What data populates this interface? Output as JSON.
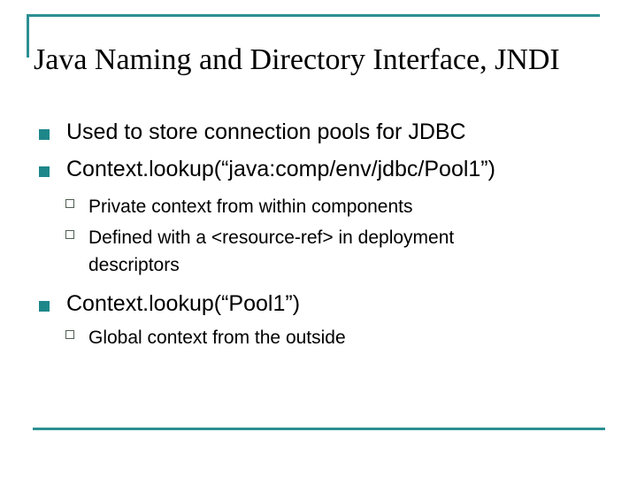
{
  "slide": {
    "title": "Java Naming and Directory Interface, JNDI",
    "bullets": [
      {
        "level": 1,
        "text": "Used to store connection pools for JDBC"
      },
      {
        "level": 1,
        "text": "Context.lookup(“java:comp/env/jdbc/Pool1”)"
      },
      {
        "level": 2,
        "text": "Private context from within components"
      },
      {
        "level": 2,
        "text": "Defined with a <resource-ref> in deployment descriptors"
      },
      {
        "level": 1,
        "text": "Context.lookup(“Pool1”)"
      },
      {
        "level": 2,
        "text": "Global context from the outside"
      }
    ],
    "colors": {
      "accent_line_teal": "#2b9093",
      "bullet_square_teal": "#1e878a",
      "sub_bullet_outline": "#4f5f52",
      "text": "#000000",
      "background": "#ffffff"
    }
  }
}
